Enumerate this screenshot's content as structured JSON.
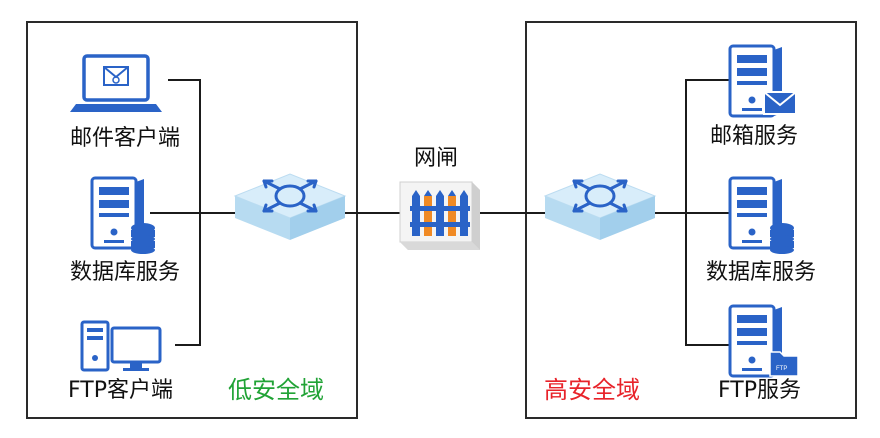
{
  "gateway": {
    "label": "网闸"
  },
  "low_zone": {
    "title": "低安全域",
    "title_color": "#21a336",
    "devices": {
      "mail_client": "邮件客户端",
      "db_service": "数据库服务",
      "ftp_client": "FTP客户端"
    }
  },
  "high_zone": {
    "title": "高安全域",
    "title_color": "#e8232a",
    "devices": {
      "mail_service": "邮箱服务",
      "db_service": "数据库服务",
      "ftp_service": "FTP服务"
    }
  },
  "colors": {
    "line": "#1b1b1b",
    "icon_blue": "#2a63c7",
    "switch_top": "#d6ecf9",
    "switch_side": "#a9d3ee"
  }
}
